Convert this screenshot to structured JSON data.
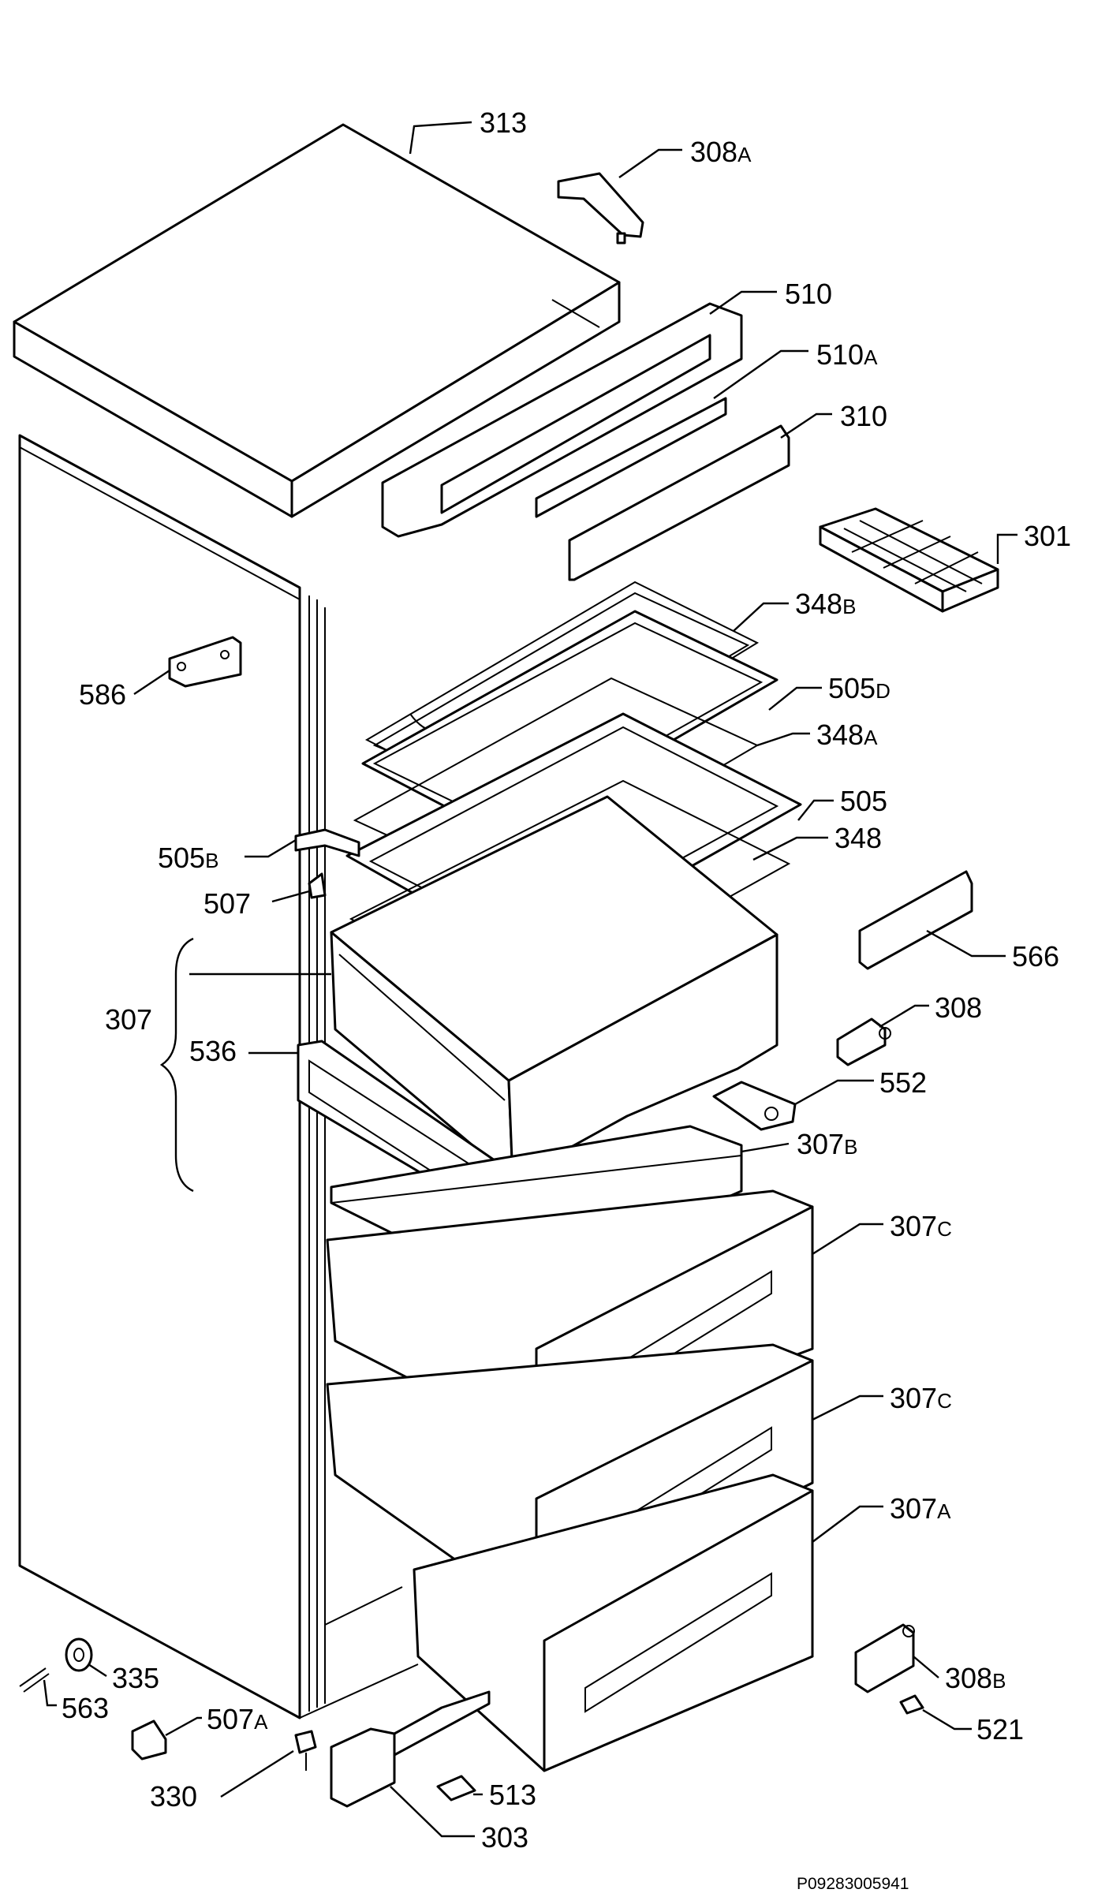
{
  "diagram": {
    "code": "P09283005941",
    "parts": [
      {
        "id": "p313",
        "number": "313",
        "suffix": ""
      },
      {
        "id": "p308A",
        "number": "308",
        "suffix": "A"
      },
      {
        "id": "p510",
        "number": "510",
        "suffix": ""
      },
      {
        "id": "p510A",
        "number": "510",
        "suffix": "A"
      },
      {
        "id": "p310",
        "number": "310",
        "suffix": ""
      },
      {
        "id": "p301",
        "number": "301",
        "suffix": ""
      },
      {
        "id": "p348B",
        "number": "348",
        "suffix": "B"
      },
      {
        "id": "p586",
        "number": "586",
        "suffix": ""
      },
      {
        "id": "p505D",
        "number": "505",
        "suffix": "D"
      },
      {
        "id": "p348A",
        "number": "348",
        "suffix": "A"
      },
      {
        "id": "p505",
        "number": "505",
        "suffix": ""
      },
      {
        "id": "p505B",
        "number": "505",
        "suffix": "B"
      },
      {
        "id": "p348",
        "number": "348",
        "suffix": ""
      },
      {
        "id": "p507",
        "number": "507",
        "suffix": ""
      },
      {
        "id": "p566",
        "number": "566",
        "suffix": ""
      },
      {
        "id": "p307",
        "number": "307",
        "suffix": ""
      },
      {
        "id": "p308",
        "number": "308",
        "suffix": ""
      },
      {
        "id": "p536",
        "number": "536",
        "suffix": ""
      },
      {
        "id": "p552",
        "number": "552",
        "suffix": ""
      },
      {
        "id": "p307B",
        "number": "307",
        "suffix": "B"
      },
      {
        "id": "p307C1",
        "number": "307",
        "suffix": "C"
      },
      {
        "id": "p307C2",
        "number": "307",
        "suffix": "C"
      },
      {
        "id": "p307A",
        "number": "307",
        "suffix": "A"
      },
      {
        "id": "p335",
        "number": "335",
        "suffix": ""
      },
      {
        "id": "p308B",
        "number": "308",
        "suffix": "B"
      },
      {
        "id": "p563",
        "number": "563",
        "suffix": ""
      },
      {
        "id": "p507A",
        "number": "507",
        "suffix": "A"
      },
      {
        "id": "p521",
        "number": "521",
        "suffix": ""
      },
      {
        "id": "p330",
        "number": "330",
        "suffix": ""
      },
      {
        "id": "p513",
        "number": "513",
        "suffix": ""
      },
      {
        "id": "p303",
        "number": "303",
        "suffix": ""
      }
    ]
  }
}
